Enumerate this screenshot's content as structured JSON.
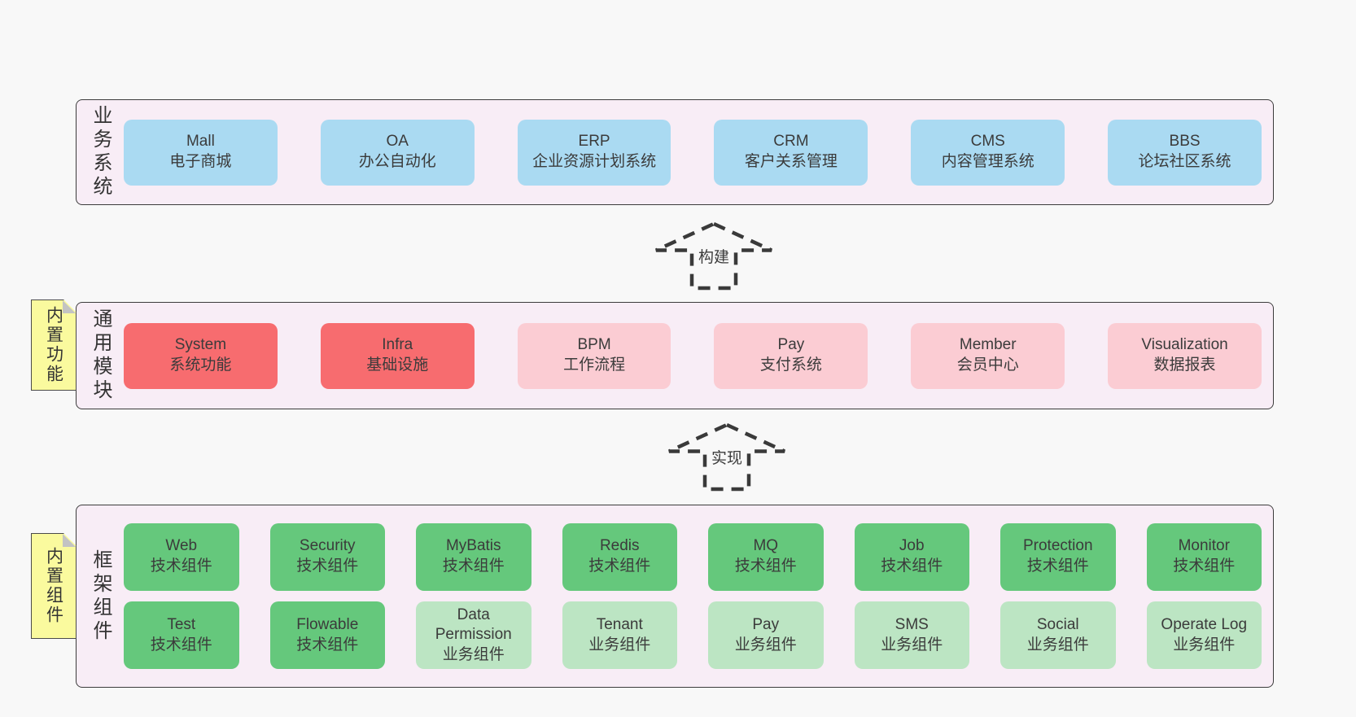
{
  "arrows": [
    {
      "label": "构建"
    },
    {
      "label": "实现"
    }
  ],
  "colors": {
    "page_bg": "#f8f8f8",
    "container_bg": "#f8edf6",
    "container_border": "#3c3c3c",
    "blue": "#aadaf2",
    "red": "#f76c6f",
    "pink": "#fbccd3",
    "green_dark": "#65c87c",
    "green_light": "#bce5c3",
    "sticky_yellow": "#fafa9e",
    "text": "#3b3b3b"
  },
  "layers": [
    {
      "side_label": "业务系统",
      "rows": [
        [
          {
            "title": "Mall",
            "subtitle": "电子商城",
            "variant": "blue"
          },
          {
            "title": "OA",
            "subtitle": "办公自动化",
            "variant": "blue"
          },
          {
            "title": "ERP",
            "subtitle": "企业资源计划系统",
            "variant": "blue"
          },
          {
            "title": "CRM",
            "subtitle": "客户关系管理",
            "variant": "blue"
          },
          {
            "title": "CMS",
            "subtitle": "内容管理系统",
            "variant": "blue"
          },
          {
            "title": "BBS",
            "subtitle": "论坛社区系统",
            "variant": "blue"
          }
        ]
      ]
    },
    {
      "side_label": "通用模块",
      "sticky": "内置功能",
      "rows": [
        [
          {
            "title": "System",
            "subtitle": "系统功能",
            "variant": "red"
          },
          {
            "title": "Infra",
            "subtitle": "基础设施",
            "variant": "red"
          },
          {
            "title": "BPM",
            "subtitle": "工作流程",
            "variant": "pink"
          },
          {
            "title": "Pay",
            "subtitle": "支付系统",
            "variant": "pink"
          },
          {
            "title": "Member",
            "subtitle": "会员中心",
            "variant": "pink"
          },
          {
            "title": "Visualization",
            "subtitle": "数据报表",
            "variant": "pink"
          }
        ]
      ]
    },
    {
      "side_label": "框架组件",
      "sticky": "内置组件",
      "rows": [
        [
          {
            "title": "Web",
            "subtitle": "技术组件",
            "variant": "green_dark"
          },
          {
            "title": "Security",
            "subtitle": "技术组件",
            "variant": "green_dark"
          },
          {
            "title": "MyBatis",
            "subtitle": "技术组件",
            "variant": "green_dark"
          },
          {
            "title": "Redis",
            "subtitle": "技术组件",
            "variant": "green_dark"
          },
          {
            "title": "MQ",
            "subtitle": "技术组件",
            "variant": "green_dark"
          },
          {
            "title": "Job",
            "subtitle": "技术组件",
            "variant": "green_dark"
          },
          {
            "title": "Protection",
            "subtitle": "技术组件",
            "variant": "green_dark"
          },
          {
            "title": "Monitor",
            "subtitle": "技术组件",
            "variant": "green_dark"
          }
        ],
        [
          {
            "title": "Test",
            "subtitle": "技术组件",
            "variant": "green_dark"
          },
          {
            "title": "Flowable",
            "subtitle": "技术组件",
            "variant": "green_dark"
          },
          {
            "title": "Data Permission",
            "subtitle": "业务组件",
            "variant": "green_light"
          },
          {
            "title": "Tenant",
            "subtitle": "业务组件",
            "variant": "green_light"
          },
          {
            "title": "Pay",
            "subtitle": "业务组件",
            "variant": "green_light"
          },
          {
            "title": "SMS",
            "subtitle": "业务组件",
            "variant": "green_light"
          },
          {
            "title": "Social",
            "subtitle": "业务组件",
            "variant": "green_light"
          },
          {
            "title": "Operate Log",
            "subtitle": "业务组件",
            "variant": "green_light"
          }
        ]
      ]
    }
  ]
}
